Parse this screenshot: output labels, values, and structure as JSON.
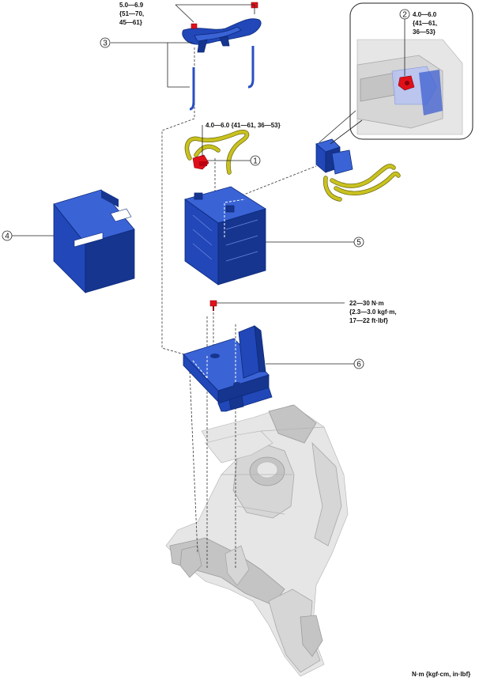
{
  "torque_specs": {
    "strap_nut": [
      "5.0—6.9",
      "{51—70,",
      "45—61}"
    ],
    "negative_terminal": "4.0—6.0 {41—61, 36—53}",
    "positive_terminal": [
      "4.0—6.0",
      "{41—61,",
      "36—53}"
    ],
    "tray_bolt": [
      "22—30 N·m",
      "{2.3—3.0 kgf·m,",
      "17—22 ft·lbf}"
    ]
  },
  "callouts": [
    "1",
    "2",
    "3",
    "4",
    "5",
    "6"
  ],
  "units_legend": "N·m {kgf·cm, in·lbf}",
  "colors": {
    "component_blue": "#2147b8",
    "fastener_red": "#e0101a",
    "cable_yellow": "#c9c21f",
    "body_grey": "#d6d6d6"
  }
}
